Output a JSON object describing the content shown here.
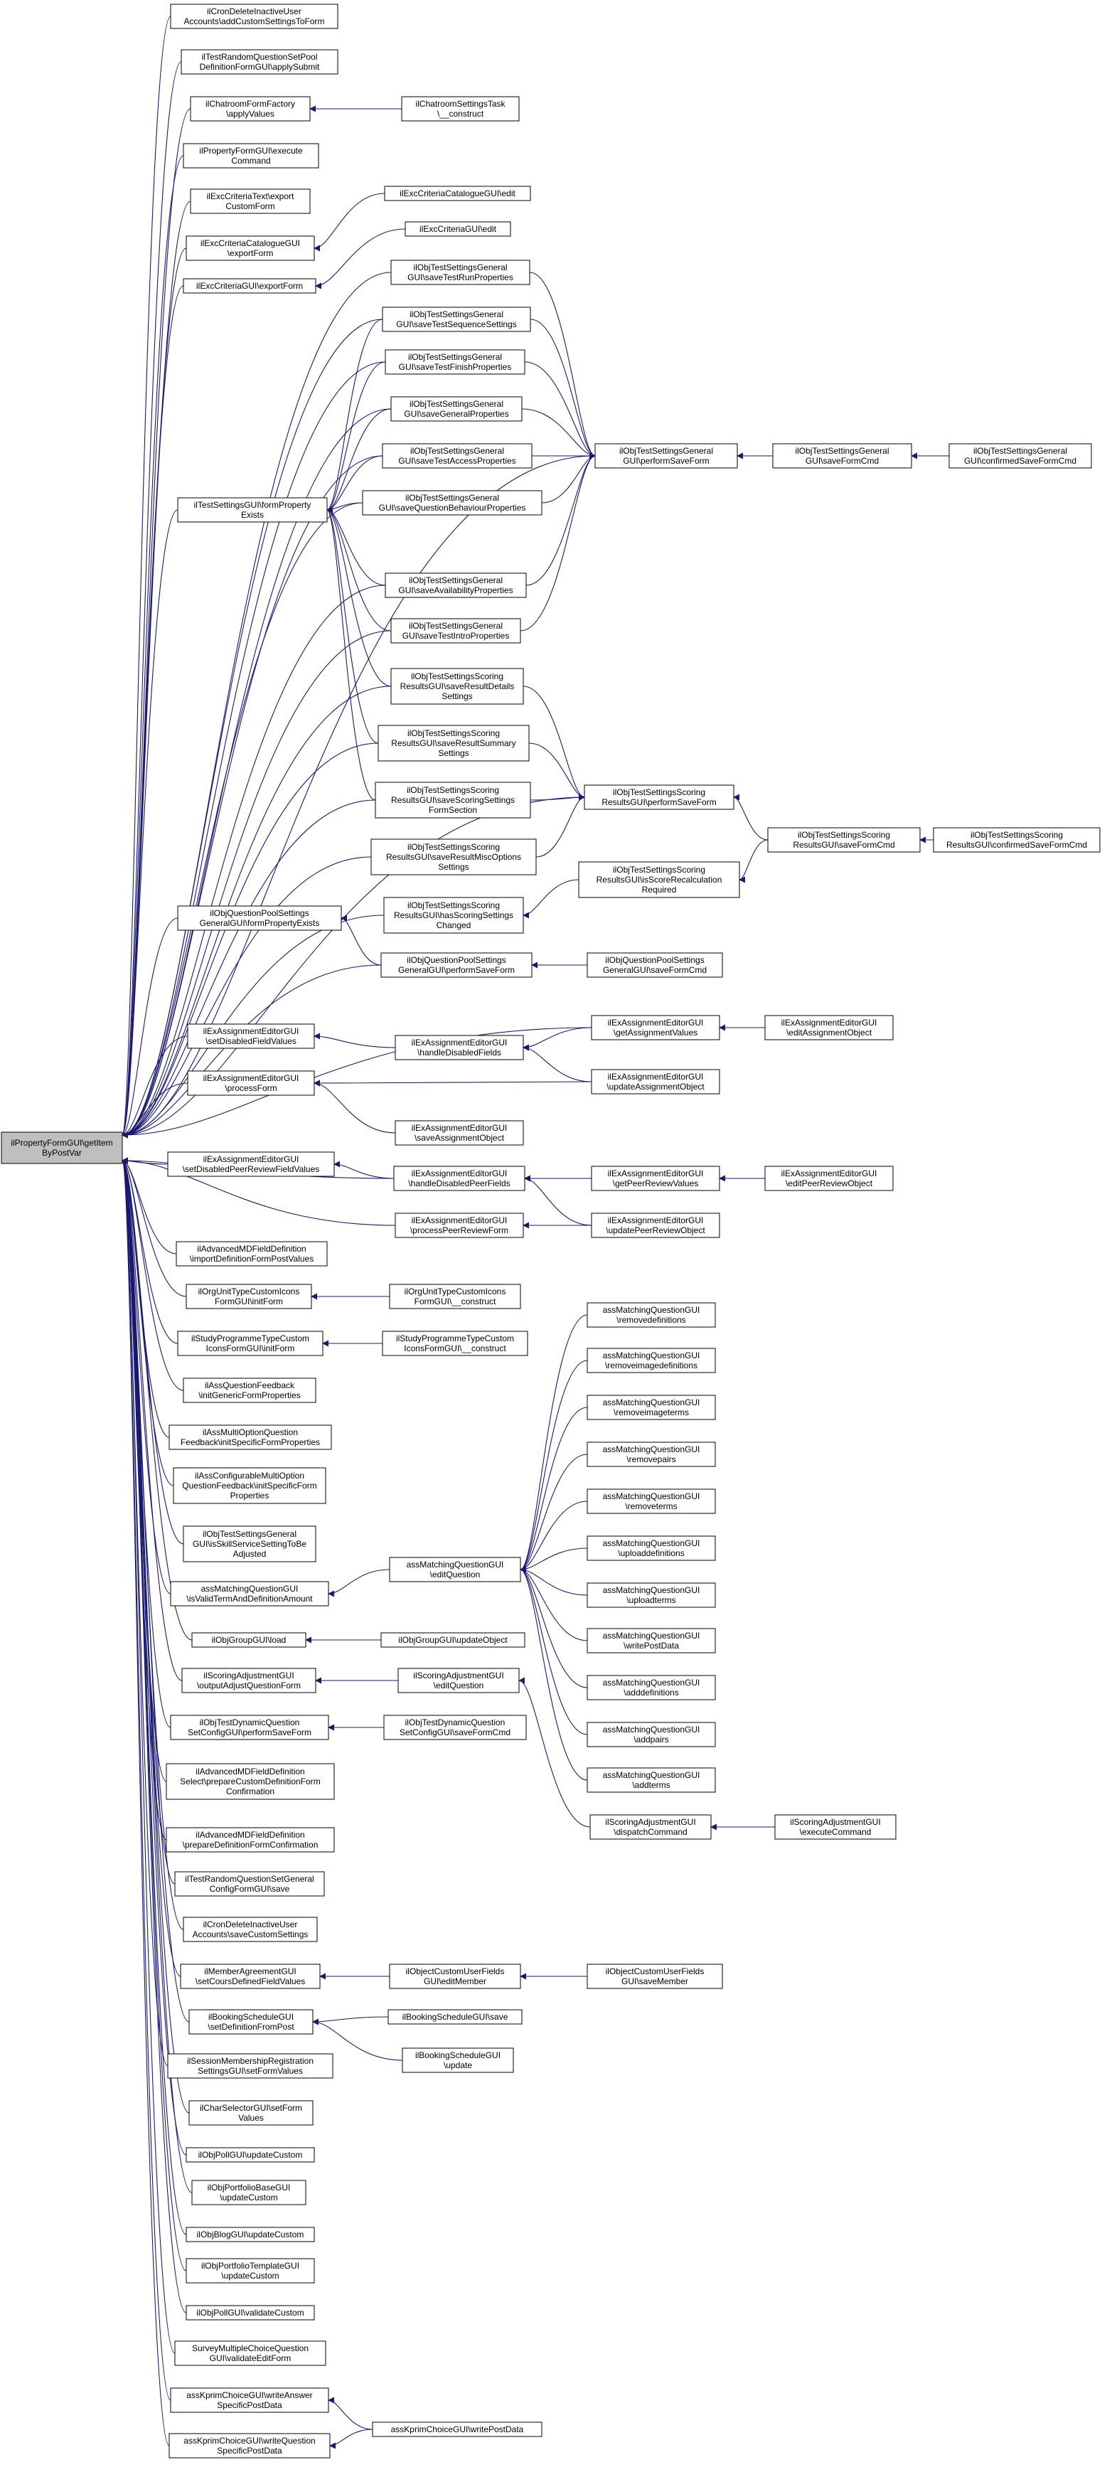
{
  "diagram": {
    "colors": {
      "edge": "#191970",
      "node_border": "#000000",
      "root_fill": "#bfbfbf",
      "node_fill": "#ffffff"
    },
    "root_id": "root",
    "nodes": [
      {
        "id": "root",
        "lines": [
          "ilPropertyFormGUI\\getItem",
          "ByPostVar"
        ]
      },
      {
        "id": "n1",
        "lines": [
          "ilCronDeleteInactiveUser",
          "Accounts\\addCustomSettingsToForm"
        ]
      },
      {
        "id": "n2",
        "lines": [
          "ilTestRandomQuestionSetPool",
          "DefinitionFormGUI\\applySubmit"
        ]
      },
      {
        "id": "n3",
        "lines": [
          "ilChatroomFormFactory",
          "\\applyValues"
        ]
      },
      {
        "id": "n3a",
        "lines": [
          "ilChatroomSettingsTask",
          "\\__construct"
        ]
      },
      {
        "id": "n4",
        "lines": [
          "ilPropertyFormGUI\\execute",
          "Command"
        ]
      },
      {
        "id": "n5",
        "lines": [
          "ilExcCriteriaText\\export",
          "CustomForm"
        ]
      },
      {
        "id": "n6",
        "lines": [
          "ilExcCriteriaCatalogueGUI",
          "\\exportForm"
        ]
      },
      {
        "id": "n6a",
        "lines": [
          "ilExcCriteriaCatalogueGUI\\edit"
        ]
      },
      {
        "id": "n7",
        "lines": [
          "ilExcCriteriaGUI\\exportForm"
        ]
      },
      {
        "id": "n7a",
        "lines": [
          "ilExcCriteriaGUI\\edit"
        ]
      },
      {
        "id": "t1",
        "lines": [
          "ilObjTestSettingsGeneral",
          "GUI\\saveTestRunProperties"
        ]
      },
      {
        "id": "t2",
        "lines": [
          "ilObjTestSettingsGeneral",
          "GUI\\saveTestSequenceSettings"
        ]
      },
      {
        "id": "t3",
        "lines": [
          "ilObjTestSettingsGeneral",
          "GUI\\saveTestFinishProperties"
        ]
      },
      {
        "id": "t4",
        "lines": [
          "ilObjTestSettingsGeneral",
          "GUI\\saveGeneralProperties"
        ]
      },
      {
        "id": "t5",
        "lines": [
          "ilObjTestSettingsGeneral",
          "GUI\\saveTestAccessProperties"
        ]
      },
      {
        "id": "t6",
        "lines": [
          "ilObjTestSettingsGeneral",
          "GUI\\saveQuestionBehaviourProperties"
        ]
      },
      {
        "id": "tsg",
        "lines": [
          "ilTestSettingsGUI\\formProperty",
          "Exists"
        ]
      },
      {
        "id": "psf",
        "lines": [
          "ilObjTestSettingsGeneral",
          "GUI\\performSaveForm"
        ]
      },
      {
        "id": "sfc",
        "lines": [
          "ilObjTestSettingsGeneral",
          "GUI\\saveFormCmd"
        ]
      },
      {
        "id": "csfc",
        "lines": [
          "ilObjTestSettingsGeneral",
          "GUI\\confirmedSaveFormCmd"
        ]
      },
      {
        "id": "t7",
        "lines": [
          "ilObjTestSettingsGeneral",
          "GUI\\saveAvailabilityProperties"
        ]
      },
      {
        "id": "t8",
        "lines": [
          "ilObjTestSettingsGeneral",
          "GUI\\saveTestIntroProperties"
        ]
      },
      {
        "id": "s1",
        "lines": [
          "ilObjTestSettingsScoring",
          "ResultsGUI\\saveResultDetails",
          "Settings"
        ]
      },
      {
        "id": "s2",
        "lines": [
          "ilObjTestSettingsScoring",
          "ResultsGUI\\saveResultSummary",
          "Settings"
        ]
      },
      {
        "id": "s3",
        "lines": [
          "ilObjTestSettingsScoring",
          "ResultsGUI\\saveScoringSettings",
          "FormSection"
        ]
      },
      {
        "id": "s4",
        "lines": [
          "ilObjTestSettingsScoring",
          "ResultsGUI\\saveResultMiscOptions",
          "Settings"
        ]
      },
      {
        "id": "spsf",
        "lines": [
          "ilObjTestSettingsScoring",
          "ResultsGUI\\performSaveForm"
        ]
      },
      {
        "id": "ssfc",
        "lines": [
          "ilObjTestSettingsScoring",
          "ResultsGUI\\saveFormCmd"
        ]
      },
      {
        "id": "scsfc",
        "lines": [
          "ilObjTestSettingsScoring",
          "ResultsGUI\\confirmedSaveFormCmd"
        ]
      },
      {
        "id": "s5",
        "lines": [
          "ilObjTestSettingsScoring",
          "ResultsGUI\\hasScoringSettings",
          "Changed"
        ]
      },
      {
        "id": "s6",
        "lines": [
          "ilObjTestSettingsScoring",
          "ResultsGUI\\isScoreRecalculation",
          "Required"
        ]
      },
      {
        "id": "q1",
        "lines": [
          "ilObjQuestionPoolSettings",
          "GeneralGUI\\formPropertyExists"
        ]
      },
      {
        "id": "q2",
        "lines": [
          "ilObjQuestionPoolSettings",
          "GeneralGUI\\performSaveForm"
        ]
      },
      {
        "id": "q3",
        "lines": [
          "ilObjQuestionPoolSettings",
          "GeneralGUI\\saveFormCmd"
        ]
      },
      {
        "id": "e1",
        "lines": [
          "ilExAssignmentEditorGUI",
          "\\setDisabledFieldValues"
        ]
      },
      {
        "id": "e2",
        "lines": [
          "ilExAssignmentEditorGUI",
          "\\handleDisabledFields"
        ]
      },
      {
        "id": "e3",
        "lines": [
          "ilExAssignmentEditorGUI",
          "\\getAssignmentValues"
        ]
      },
      {
        "id": "e4",
        "lines": [
          "ilExAssignmentEditorGUI",
          "\\editAssignmentObject"
        ]
      },
      {
        "id": "e5",
        "lines": [
          "ilExAssignmentEditorGUI",
          "\\processForm"
        ]
      },
      {
        "id": "e6",
        "lines": [
          "ilExAssignmentEditorGUI",
          "\\updateAssignmentObject"
        ]
      },
      {
        "id": "e7",
        "lines": [
          "ilExAssignmentEditorGUI",
          "\\saveAssignmentObject"
        ]
      },
      {
        "id": "e8",
        "lines": [
          "ilExAssignmentEditorGUI",
          "\\setDisabledPeerReviewFieldValues"
        ]
      },
      {
        "id": "e9",
        "lines": [
          "ilExAssignmentEditorGUI",
          "\\handleDisabledPeerFields"
        ]
      },
      {
        "id": "e10",
        "lines": [
          "ilExAssignmentEditorGUI",
          "\\getPeerReviewValues"
        ]
      },
      {
        "id": "e11",
        "lines": [
          "ilExAssignmentEditorGUI",
          "\\editPeerReviewObject"
        ]
      },
      {
        "id": "e12",
        "lines": [
          "ilExAssignmentEditorGUI",
          "\\processPeerReviewForm"
        ]
      },
      {
        "id": "e13",
        "lines": [
          "ilExAssignmentEditorGUI",
          "\\updatePeerReviewObject"
        ]
      },
      {
        "id": "a1",
        "lines": [
          "ilAdvancedMDFieldDefinition",
          "\\importDefinitionFormPostValues"
        ]
      },
      {
        "id": "o1",
        "lines": [
          "ilOrgUnitTypeCustomIcons",
          "FormGUI\\initForm"
        ]
      },
      {
        "id": "o2",
        "lines": [
          "ilOrgUnitTypeCustomIcons",
          "FormGUI\\__construct"
        ]
      },
      {
        "id": "sp1",
        "lines": [
          "ilStudyProgrammeTypeCustom",
          "IconsFormGUI\\initForm"
        ]
      },
      {
        "id": "sp2",
        "lines": [
          "ilStudyProgrammeTypeCustom",
          "IconsFormGUI\\__construct"
        ]
      },
      {
        "id": "af1",
        "lines": [
          "ilAssQuestionFeedback",
          "\\initGenericFormProperties"
        ]
      },
      {
        "id": "af2",
        "lines": [
          "ilAssMultiOptionQuestion",
          "Feedback\\initSpecificFormProperties"
        ]
      },
      {
        "id": "af3",
        "lines": [
          "ilAssConfigurableMultiOption",
          "QuestionFeedback\\initSpecificForm",
          "Properties"
        ]
      },
      {
        "id": "ts9",
        "lines": [
          "ilObjTestSettingsGeneral",
          "GUI\\isSkillServiceSettingToBe",
          "Adjusted"
        ]
      },
      {
        "id": "m1",
        "lines": [
          "assMatchingQuestionGUI",
          "\\isValidTermAndDefinitionAmount"
        ]
      },
      {
        "id": "meq",
        "lines": [
          "assMatchingQuestionGUI",
          "\\editQuestion"
        ]
      },
      {
        "id": "mr1",
        "lines": [
          "assMatchingQuestionGUI",
          "\\removedefinitions"
        ]
      },
      {
        "id": "mr2",
        "lines": [
          "assMatchingQuestionGUI",
          "\\removeimagedefinitions"
        ]
      },
      {
        "id": "mr3",
        "lines": [
          "assMatchingQuestionGUI",
          "\\removeimageterms"
        ]
      },
      {
        "id": "mr4",
        "lines": [
          "assMatchingQuestionGUI",
          "\\removepairs"
        ]
      },
      {
        "id": "mr5",
        "lines": [
          "assMatchingQuestionGUI",
          "\\removeterms"
        ]
      },
      {
        "id": "mr6",
        "lines": [
          "assMatchingQuestionGUI",
          "\\uploaddefinitions"
        ]
      },
      {
        "id": "mr7",
        "lines": [
          "assMatchingQuestionGUI",
          "\\uploadterms"
        ]
      },
      {
        "id": "mr8",
        "lines": [
          "assMatchingQuestionGUI",
          "\\writePostData"
        ]
      },
      {
        "id": "mr9",
        "lines": [
          "assMatchingQuestionGUI",
          "\\adddefinitions"
        ]
      },
      {
        "id": "mr10",
        "lines": [
          "assMatchingQuestionGUI",
          "\\addpairs"
        ]
      },
      {
        "id": "mr11",
        "lines": [
          "assMatchingQuestionGUI",
          "\\addterms"
        ]
      },
      {
        "id": "g1",
        "lines": [
          "ilObjGroupGUI\\load"
        ]
      },
      {
        "id": "g2",
        "lines": [
          "ilObjGroupGUI\\updateObject"
        ]
      },
      {
        "id": "sa1",
        "lines": [
          "ilScoringAdjustmentGUI",
          "\\outputAdjustQuestionForm"
        ]
      },
      {
        "id": "sa2",
        "lines": [
          "ilScoringAdjustmentGUI",
          "\\editQuestion"
        ]
      },
      {
        "id": "sa3",
        "lines": [
          "ilScoringAdjustmentGUI",
          "\\dispatchCommand"
        ]
      },
      {
        "id": "sa4",
        "lines": [
          "ilScoringAdjustmentGUI",
          "\\executeCommand"
        ]
      },
      {
        "id": "dq1",
        "lines": [
          "ilObjTestDynamicQuestion",
          "SetConfigGUI\\performSaveForm"
        ]
      },
      {
        "id": "dq2",
        "lines": [
          "ilObjTestDynamicQuestion",
          "SetConfigGUI\\saveFormCmd"
        ]
      },
      {
        "id": "a2",
        "lines": [
          "ilAdvancedMDFieldDefinition",
          "Select\\prepareCustomDefinitionForm",
          "Confirmation"
        ]
      },
      {
        "id": "a3",
        "lines": [
          "ilAdvancedMDFieldDefinition",
          "\\prepareDefinitionFormConfirmation"
        ]
      },
      {
        "id": "tr1",
        "lines": [
          "ilTestRandomQuestionSetGeneral",
          "ConfigFormGUI\\save"
        ]
      },
      {
        "id": "cd2",
        "lines": [
          "ilCronDeleteInactiveUser",
          "Accounts\\saveCustomSettings"
        ]
      },
      {
        "id": "mb1",
        "lines": [
          "ilMemberAgreementGUI",
          "\\setCoursDefinedFieldValues"
        ]
      },
      {
        "id": "mb2",
        "lines": [
          "ilObjectCustomUserFields",
          "GUI\\editMember"
        ]
      },
      {
        "id": "mb3",
        "lines": [
          "ilObjectCustomUserFields",
          "GUI\\saveMember"
        ]
      },
      {
        "id": "b1",
        "lines": [
          "ilBookingScheduleGUI",
          "\\setDefinitionFromPost"
        ]
      },
      {
        "id": "b2",
        "lines": [
          "ilBookingScheduleGUI\\save"
        ]
      },
      {
        "id": "b3",
        "lines": [
          "ilBookingScheduleGUI",
          "\\update"
        ]
      },
      {
        "id": "sm1",
        "lines": [
          "ilSessionMembershipRegistration",
          "SettingsGUI\\setFormValues"
        ]
      },
      {
        "id": "cs1",
        "lines": [
          "ilCharSelectorGUI\\setForm",
          "Values"
        ]
      },
      {
        "id": "pl1",
        "lines": [
          "ilObjPollGUI\\updateCustom"
        ]
      },
      {
        "id": "pb1",
        "lines": [
          "ilObjPortfolioBaseGUI",
          "\\updateCustom"
        ]
      },
      {
        "id": "bl1",
        "lines": [
          "ilObjBlogGUI\\updateCustom"
        ]
      },
      {
        "id": "pt1",
        "lines": [
          "ilObjPortfolioTemplateGUI",
          "\\updateCustom"
        ]
      },
      {
        "id": "pl2",
        "lines": [
          "ilObjPollGUI\\validateCustom"
        ]
      },
      {
        "id": "sv1",
        "lines": [
          "SurveyMultipleChoiceQuestion",
          "GUI\\validateEditForm"
        ]
      },
      {
        "id": "k1",
        "lines": [
          "assKprimChoiceGUI\\writeAnswer",
          "SpecificPostData"
        ]
      },
      {
        "id": "k2",
        "lines": [
          "assKprimChoiceGUI\\writeQuestion",
          "SpecificPostData"
        ]
      },
      {
        "id": "k3",
        "lines": [
          "assKprimChoiceGUI\\writePostData"
        ]
      }
    ]
  }
}
